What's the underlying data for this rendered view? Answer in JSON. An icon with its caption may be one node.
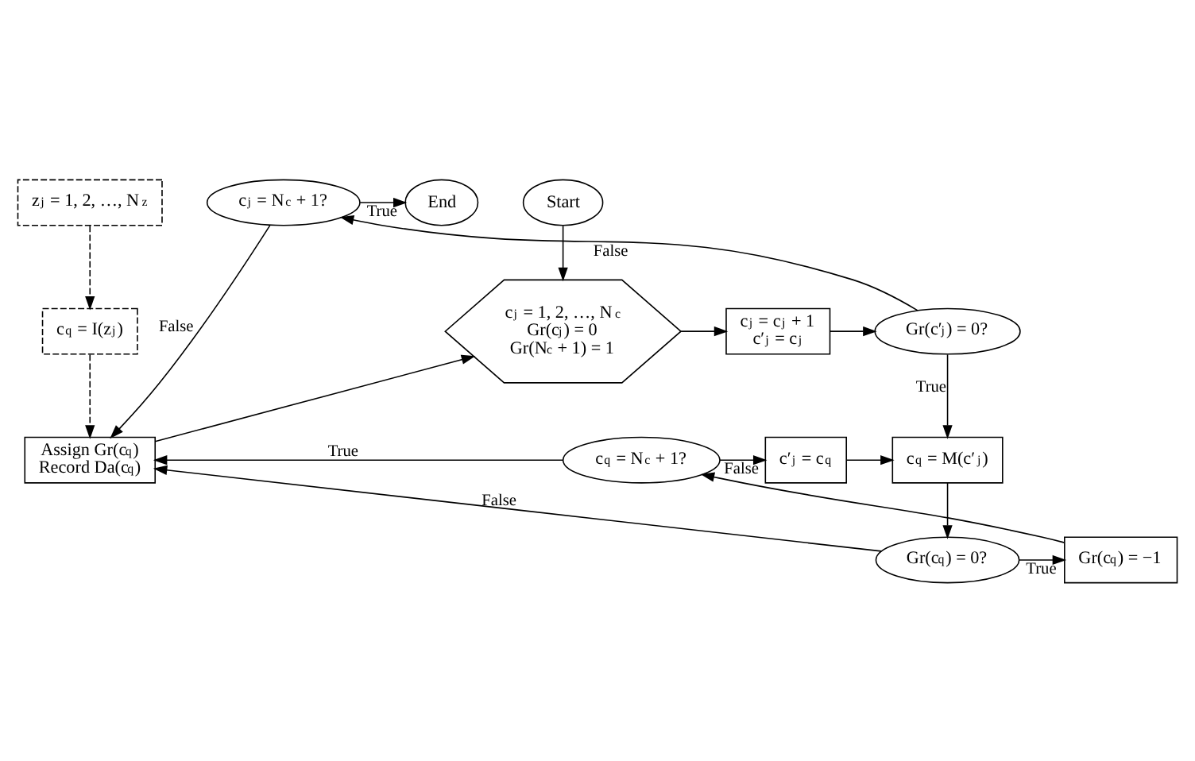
{
  "diagram": {
    "nodes": [
      {
        "text": [
          "z$_{j}$ = 1, 2, …, N$_{z}$"
        ]
      },
      {
        "text": [
          "c$_{q}$ = I(z$_{j}$)"
        ]
      },
      {
        "text": [
          "Start"
        ]
      },
      {
        "text": [
          "c$_{j}$ = 1, 2, …, N$_{c}$",
          "Gr(c$_{j}$) = 0",
          "Gr(N$_{c}$ + 1) = 1"
        ]
      },
      {
        "text": [
          "c$_{j}$ = c$_{j}$ + 1",
          "c′$_{j}$ = c$_{j}$"
        ]
      },
      {
        "text": [
          "Gr(c′$_{j}$) = 0?"
        ]
      },
      {
        "text": [
          "End"
        ]
      },
      {
        "text": [
          "c$_{j}$ = N$_{c}$ + 1?"
        ]
      },
      {
        "text": [
          "Assign Gr(c$_{q}$)",
          "Record Da(c$_{q}$)"
        ]
      },
      {
        "text": [
          "c$_{q}$ = N$_{c}$ + 1?"
        ]
      },
      {
        "text": [
          "c′$_{j}$ = c$_{q}$"
        ]
      },
      {
        "text": [
          "c$_{q}$ = M(c′$_{j}$)"
        ]
      },
      {
        "text": [
          "Gr(c$_{q}$) = −1"
        ]
      },
      {
        "text": [
          "Gr(c$_{q}$) = 0?"
        ]
      }
    ],
    "edges": [
      {
        "from": 0,
        "to": 1,
        "arrow": "to",
        "style": "dashed"
      },
      {
        "from": 1,
        "to": 8,
        "arrow": "to",
        "style": "dashed"
      },
      {
        "from": 2,
        "to": 3,
        "arrow": "to"
      },
      {
        "from": 8,
        "to": 3,
        "arrow": "to"
      },
      {
        "from": 3,
        "to": 4,
        "arrow": "to"
      },
      {
        "from": 4,
        "to": 5,
        "arrow": "to"
      },
      {
        "from": 5,
        "to": 7,
        "label": "False",
        "arrow": "to"
      },
      {
        "from": 7,
        "to": 6,
        "label": "True",
        "arrow": "to"
      },
      {
        "from": 7,
        "to": 8,
        "label": "False",
        "arrow": "to"
      },
      {
        "from": 5,
        "to": 11,
        "label": "True",
        "arrow": "to"
      },
      {
        "from": 9,
        "to": 8,
        "label": "True",
        "arrow": "to"
      },
      {
        "from": 9,
        "to": 10,
        "label": "False",
        "arrow": "to"
      },
      {
        "from": 10,
        "to": 11,
        "arrow": "to"
      },
      {
        "from": 11,
        "to": 13,
        "arrow": "to"
      },
      {
        "from": 13,
        "to": 12,
        "label": "True",
        "arrow": "to"
      },
      {
        "from": 12,
        "to": 9,
        "arrow": "to"
      },
      {
        "from": 13,
        "to": 8,
        "label": "False",
        "arrow": "to"
      }
    ]
  }
}
